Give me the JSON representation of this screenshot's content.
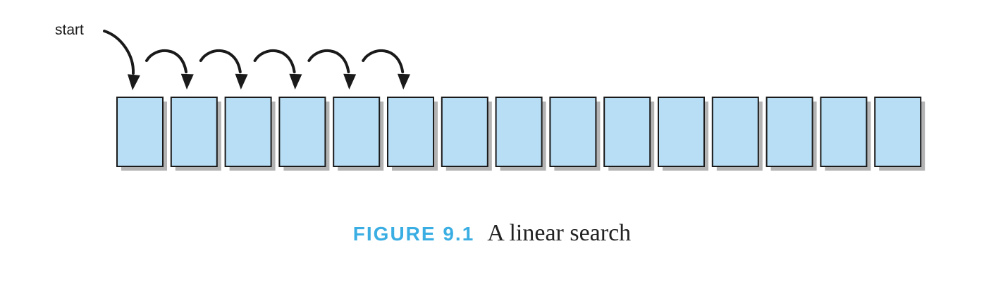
{
  "figure": {
    "start_label": "start",
    "cell_count": 15,
    "visited_count": 6,
    "caption_number": "FIGURE 9.1",
    "caption_title": "A linear search"
  },
  "colors": {
    "cell_fill": "#b8def5",
    "cell_stroke": "#1a1a1a",
    "cell_shadow": "#b3b3b3",
    "caption_accent": "#3aaee3",
    "arrow": "#1a1a1a"
  },
  "icons": {
    "pointer": "curved-arrow-icon"
  }
}
